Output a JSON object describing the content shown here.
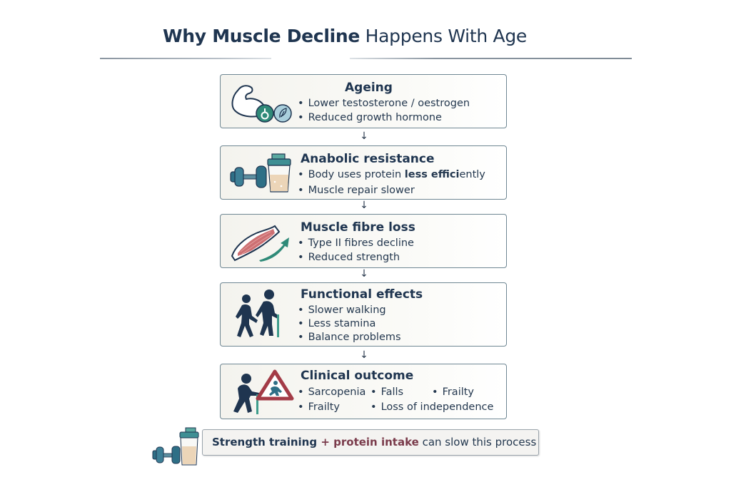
{
  "title": {
    "bold": "Why Muscle Decline",
    "regular": " Happens With Age"
  },
  "steps": [
    {
      "heading": "Ageing",
      "icon": "flexed-arm-hormone-icon",
      "lines": [
        "Lower testosterone / oestrogen",
        "Reduced growth hormone"
      ]
    },
    {
      "heading": "Anabolic resistance",
      "icon": "dumbbell-protein-shaker-icon",
      "lines": [
        "Body uses protein ",
        "less effici",
        "ently",
        "Muscle repair slower"
      ]
    },
    {
      "heading": "Muscle fibre loss",
      "icon": "muscle-fibre-arrow-icon",
      "lines": [
        "Type II fibres decline",
        "Reduced strength"
      ]
    },
    {
      "heading": "Functional effects",
      "icon": "walking-people-icon",
      "lines": [
        "Slower walking",
        "Less stamina",
        "Balance problems"
      ]
    },
    {
      "heading": "Clinical outcome",
      "icon": "elderly-fall-warning-icon",
      "lines": [
        "Sarcopenia",
        "Falls",
        "Frailty",
        "Frailty",
        "Loss of independence"
      ]
    }
  ],
  "arrows": [
    "↓",
    "↓",
    "↓",
    "↓"
  ],
  "bullet": "•",
  "cta": {
    "part1": "Strength training",
    "plus": " + ",
    "part2": "protein intake",
    "part3": " can slow this process",
    "icon": "dumbbell-protein-shaker-icon"
  },
  "colors": {
    "navy": "#1f3550",
    "teal": "#2f8a78",
    "maroon": "#7a3b4b",
    "border": "#6f8793"
  }
}
